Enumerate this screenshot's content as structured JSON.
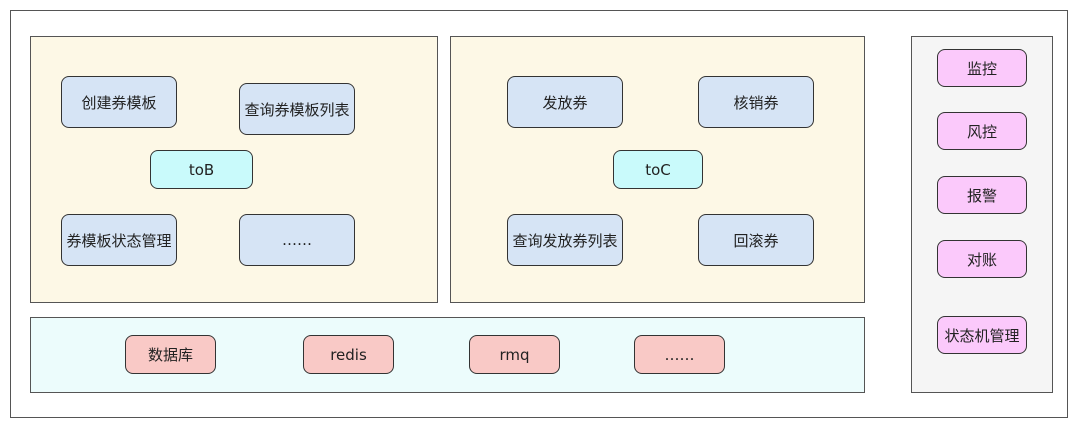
{
  "tob": {
    "center": "toB",
    "items": [
      "创建券模板",
      "查询券模板列表",
      "券模板状态管理",
      "……"
    ]
  },
  "toc": {
    "center": "toC",
    "items": [
      "发放券",
      "核销券",
      "查询发放券列表",
      "回滚券"
    ]
  },
  "infra": {
    "items": [
      "数据库",
      "redis",
      "rmq",
      "……"
    ]
  },
  "ops": {
    "items": [
      "监控",
      "风控",
      "报警",
      "对账",
      "状态机管理"
    ]
  },
  "colors": {
    "panel_yellow": "#fdf8e6",
    "panel_cyan": "#ecfcfc",
    "panel_gray": "#f5f5f5",
    "node_blue": "#d6e4f5",
    "node_cyan": "#c9fafb",
    "node_red": "#f9c9c6",
    "node_pink": "#fbc9fb"
  }
}
